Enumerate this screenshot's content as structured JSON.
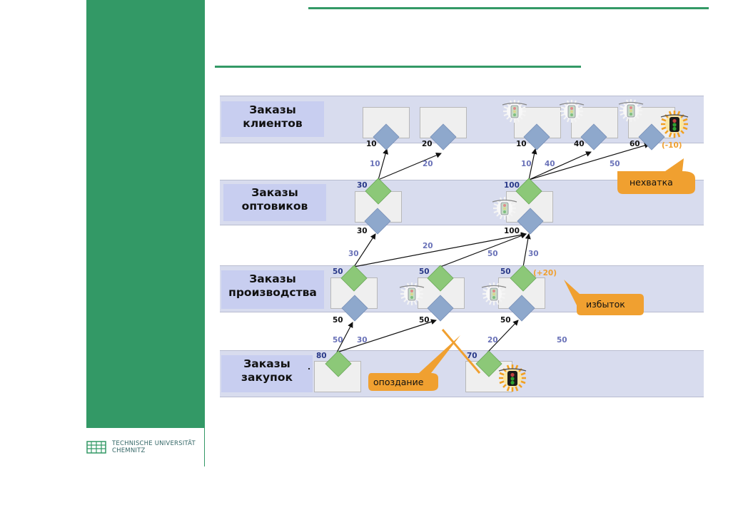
{
  "lanes": {
    "clients": "Заказы\nклиентов",
    "wholesale": "Заказы\nоптовиков",
    "production": "Заказы\nпроизводства",
    "purchase": "Заказы\nзакупок"
  },
  "values": {
    "c10a": "10",
    "c20": "20",
    "c10b": "10",
    "c40": "40",
    "c60": "60",
    "c_neg": "(-10)",
    "wc10a": "10",
    "wc20": "20",
    "wc10b": "10",
    "wc40": "40",
    "wc50": "50",
    "w30_top": "30",
    "w100_top": "100",
    "w30_bot": "30",
    "w100_bot": "100",
    "pw30": "30",
    "pw20": "20",
    "pw50": "50",
    "pw30b": "30",
    "p50_a_top": "50",
    "p50_b_top": "50",
    "p50_c_top": "50",
    "p_plus": "(+20)",
    "p50_a_bot": "50",
    "p50_b_bot": "50",
    "p50_c_bot": "50",
    "pp50": "50",
    "pp30": "30",
    "pp20": "20",
    "pp50b": "50",
    "u80": "80",
    "u70": "70",
    "u_dot": "."
  },
  "callouts": {
    "shortage": "нехватка",
    "surplus": "избыток",
    "delay": "опоздание"
  },
  "branding": {
    "university": "TECHNISCHE UNIVERSITÄT",
    "city": "CHEMNITZ"
  },
  "colors": {
    "accent_green": "#339966",
    "diamond_blue": "#8ea8cc",
    "diamond_green": "#8cc878",
    "callout_orange": "#f0a030",
    "number_blue": "#6a72b8",
    "lane_bg": "#d8dcee"
  }
}
